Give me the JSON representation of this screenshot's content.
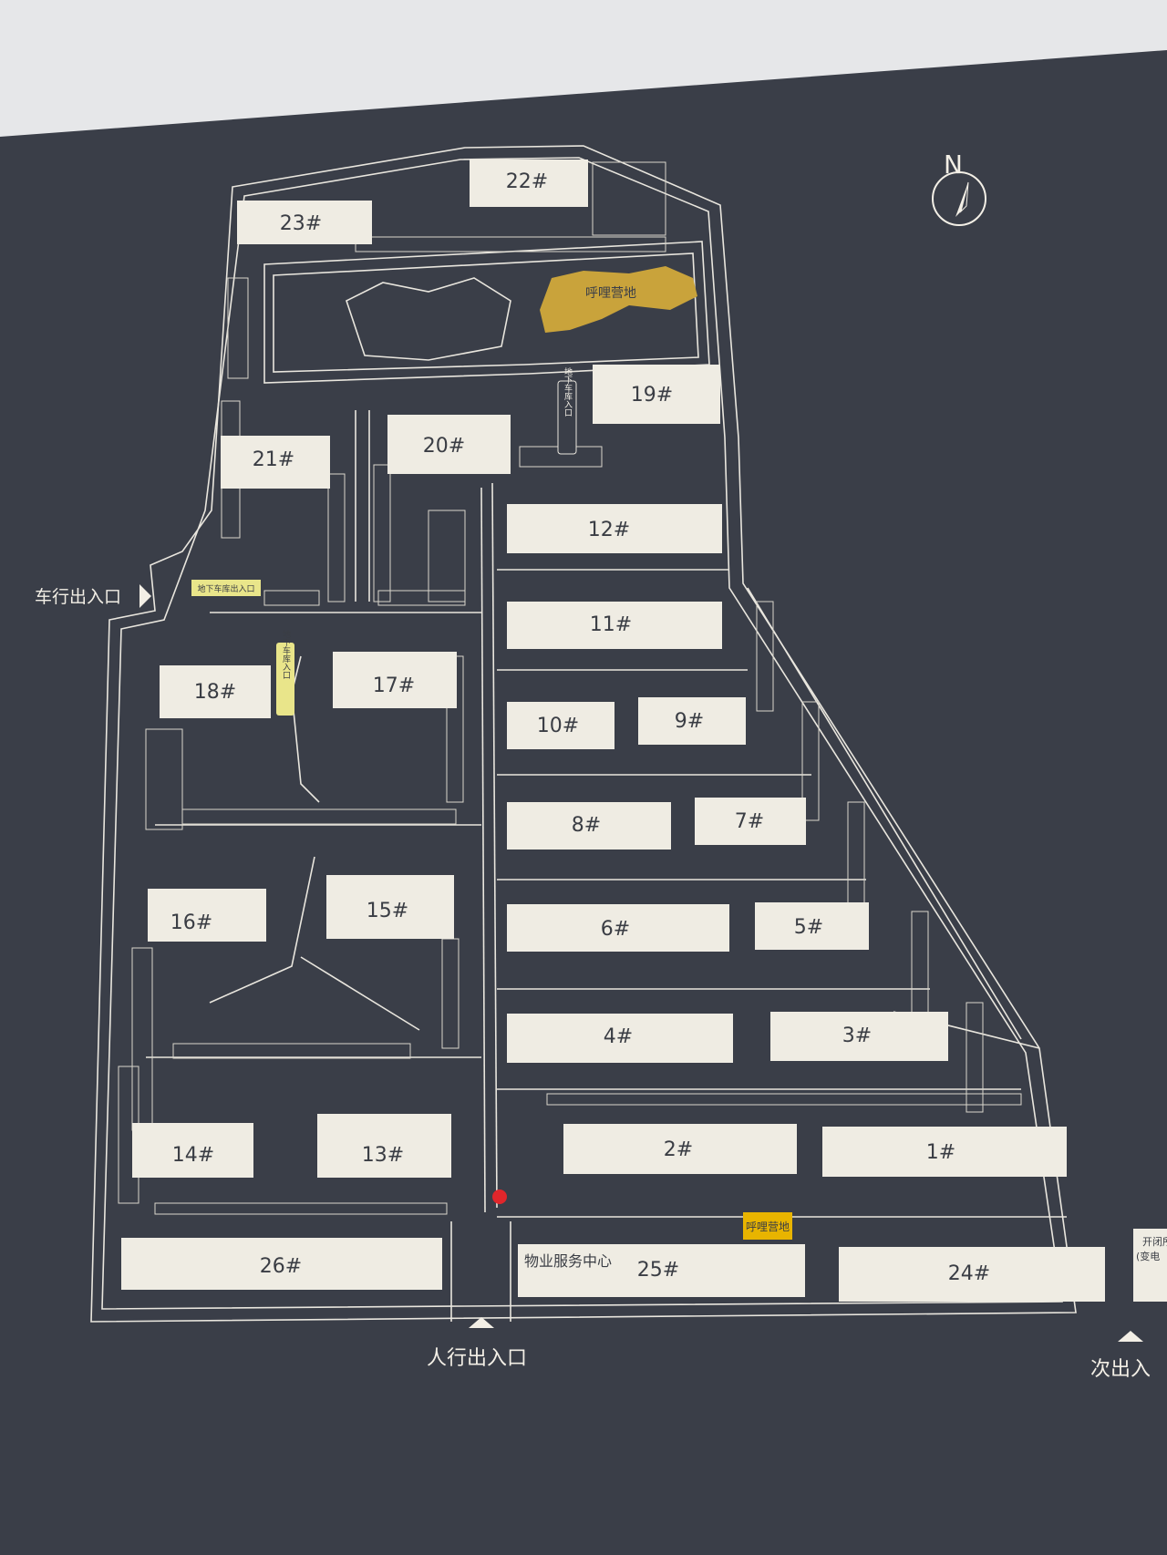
{
  "compass": {
    "letter": "N",
    "icon": "north-arrow-icon"
  },
  "entrances": {
    "vehicle": "车行出入口",
    "pedestrian": "人行出入口",
    "secondary": "次出入"
  },
  "garage": {
    "vehicle_entrance": "地下车库出入口",
    "entrance_a": "地下车库入口",
    "entrance_b": "地下车库入口"
  },
  "amenities": {
    "camp_north": "呼哩营地",
    "camp_south": "呼哩营地",
    "property_service": "物业服务中心",
    "switch_station_line1": "开闭所",
    "switch_station_line2": "(变电"
  },
  "buildings": {
    "b1": "1#",
    "b2": "2#",
    "b3": "3#",
    "b4": "4#",
    "b5": "5#",
    "b6": "6#",
    "b7": "7#",
    "b8": "8#",
    "b9": "9#",
    "b10": "10#",
    "b11": "11#",
    "b12": "12#",
    "b13": "13#",
    "b14": "14#",
    "b15": "15#",
    "b16": "16#",
    "b17": "17#",
    "b18": "18#",
    "b19": "19#",
    "b20": "20#",
    "b21": "21#",
    "b22": "22#",
    "b23": "23#",
    "b24": "24#",
    "b25": "25#",
    "b26": "26#"
  },
  "colors": {
    "board": "#3a3e48",
    "building": "#efece3",
    "camp": "#c9a33b",
    "garage_tag": "#e9e58a",
    "marker": "#e0262b"
  }
}
